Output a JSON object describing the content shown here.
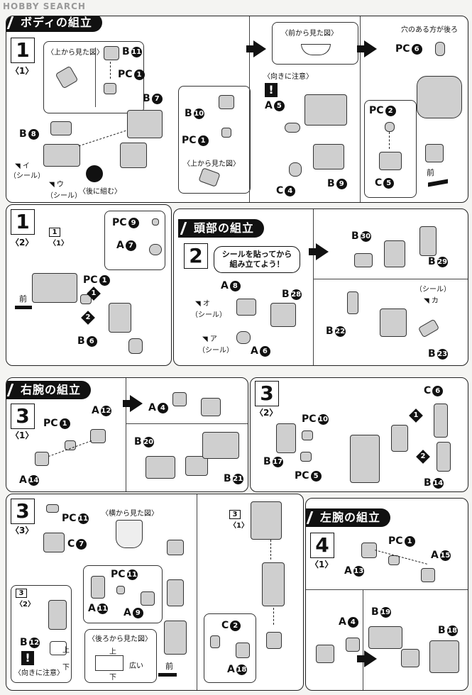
{
  "watermark": "HOBBY SEARCH",
  "sections": {
    "body": "ボディの組立",
    "head": "頭部の組立",
    "right_arm": "右腕の組立",
    "left_arm": "左腕の組立"
  },
  "steps": {
    "s1a_num": "1",
    "s1a_sub": "〈1〉",
    "s1b_num": "1",
    "s1b_sub": "〈2〉",
    "s2_num": "2",
    "s3a_num": "3",
    "s3a_sub": "〈1〉",
    "s3b_num": "3",
    "s3b_sub": "〈2〉",
    "s3c_num": "3",
    "s3c_sub": "〈3〉",
    "s4_num": "4",
    "s4_sub": "〈1〉"
  },
  "notes": {
    "from_top_1": "〈上から見た図〉",
    "from_top_2": "〈上から見た図〉",
    "from_front": "〈前から見た図〉",
    "from_side": "〈横から見た図〉",
    "from_back": "〈後ろから見た図〉",
    "hole_back": "穴のある方が後ろ",
    "careful_dir": "〈向きに注意〉",
    "careful_dir2": "〈向きに注意〉",
    "assemble_back": "〈後に組む〉",
    "seal": "（シール）",
    "front": "前",
    "up": "上",
    "down": "下",
    "wide": "広い",
    "mini_1_num": "1",
    "mini_1_sub": "〈1〉",
    "mini_3_num": "3",
    "mini_3_sub": "〈1〉",
    "mini_32_num": "3",
    "mini_32_sub": "〈2〉",
    "sticker_bubble": "シールを貼ってから組み立てよう！",
    "mark_i": "イ",
    "mark_u": "ウ",
    "mark_o": "オ",
    "mark_a": "ア",
    "mark_ka": "カ",
    "step_1": "1",
    "step_2": "2"
  },
  "parts": {
    "B": "B",
    "PC": "PC",
    "A": "A",
    "C": "C",
    "n1": "1",
    "n2": "2",
    "n4": "4",
    "n5": "5",
    "n6": "6",
    "n7": "7",
    "n8": "8",
    "n9": "9",
    "n10": "10",
    "n11": "11",
    "n12": "12",
    "n13": "13",
    "n14": "14",
    "n15": "15",
    "n17": "17",
    "n18": "18",
    "n19": "19",
    "n20": "20",
    "n21": "21",
    "n22": "22",
    "n23": "23",
    "n28": "28",
    "n29": "29",
    "n30": "30"
  }
}
